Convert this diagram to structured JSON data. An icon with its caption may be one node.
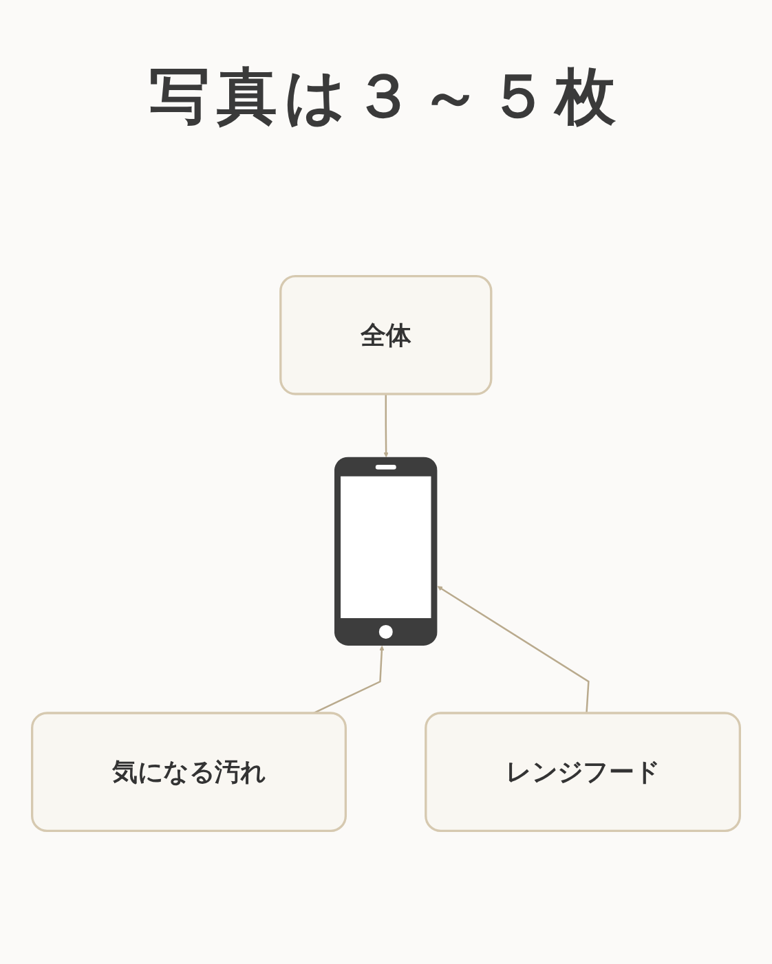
{
  "diagram": {
    "title": "写真は３～５枚",
    "nodes": [
      {
        "text": [
          "全体"
        ]
      },
      {
        "text": [],
        "shape": "picture"
      },
      {
        "text": [
          "気になる汚れ"
        ]
      },
      {
        "text": [
          "レンジフード"
        ]
      }
    ],
    "edges": [
      {
        "from": 0,
        "to": 1,
        "arrow": "to"
      },
      {
        "from": 2,
        "to": 1,
        "arrow": "to"
      },
      {
        "from": 3,
        "to": 1,
        "arrow": "to"
      }
    ]
  }
}
